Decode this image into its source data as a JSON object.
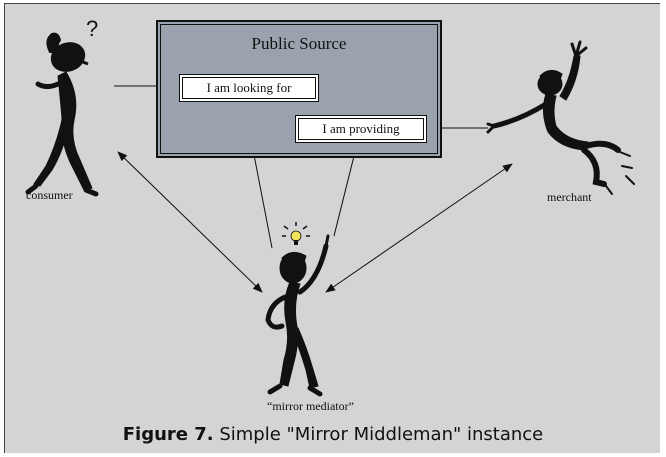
{
  "public_source": {
    "title": "Public Source",
    "slot_looking": "I am looking for",
    "slot_providing": "I am providing"
  },
  "actors": {
    "consumer": "consumer",
    "merchant": "merchant",
    "mediator": "“mirror mediator”"
  },
  "icons": {
    "question_mark": "?"
  },
  "caption": {
    "number": "Figure 7.",
    "text": " Simple \"Mirror Middleman\" instance"
  }
}
